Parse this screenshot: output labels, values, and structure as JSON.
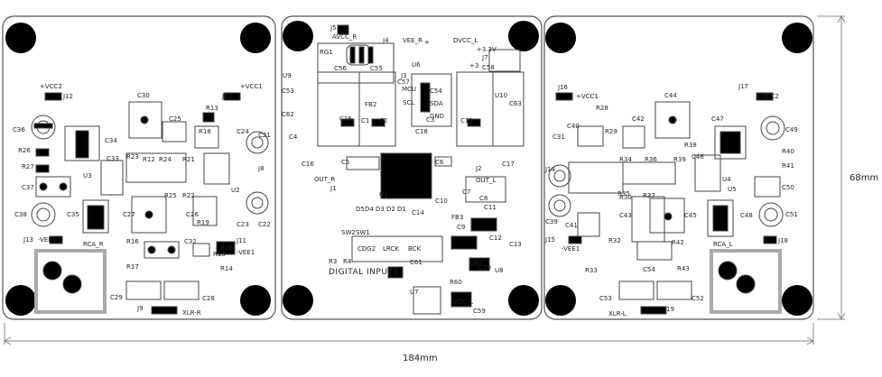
{
  "dimensions": {
    "width_label": "184mm",
    "height_label": "68mm"
  },
  "boards": {
    "left": {
      "labels": [
        "+VCC2",
        "J12",
        "C30",
        "+VCC1",
        "J10",
        "C36",
        "C25",
        "R13",
        "R26",
        "C34",
        "R18",
        "C24",
        "C21",
        "R27",
        "C33",
        "U3",
        "R23",
        "R12",
        "R24",
        "R21",
        "J8",
        "C37",
        "U2",
        "C35",
        "C27",
        "R25",
        "R22",
        "C26",
        "R19",
        "C23",
        "C22",
        "C38",
        "J13",
        "-VEE2",
        "RCA_R",
        "R16",
        "C32",
        "R20",
        "-VEE1",
        "R15",
        "J11",
        "R17",
        "R14",
        "C29",
        "C28",
        "J9",
        "XLR-R"
      ],
      "rca_connector": "RCA_R",
      "xlr_connector": "XLR-R"
    },
    "middle": {
      "labels": [
        "J5",
        "AVCC_R",
        "J4",
        "VEE_R",
        "+",
        "DVCC_L",
        "+3.3V",
        "J7",
        "RG1",
        "C56",
        "C55",
        "U6",
        "+3",
        "C58",
        "C57",
        "U9",
        "MCU",
        "J3",
        "C54",
        "SCL",
        "C53",
        "U10",
        "C3",
        "SDA",
        "C63",
        "C62",
        "GND",
        "C16",
        "C1",
        "C2",
        "C19",
        "FB2",
        "C4",
        "C18",
        "C16",
        "C5",
        "C6",
        "C17",
        "OUT_R",
        "J2",
        "OUT_L",
        "J1",
        "U1",
        "C7",
        "C10",
        "C8",
        "FB3",
        "C11",
        "C9",
        "D5",
        "D4",
        "D3",
        "D2",
        "D1",
        "C12",
        "SW2",
        "SW1",
        "C14",
        "C13",
        "U8",
        "CDG2",
        "LRCK",
        "BCK",
        "C60",
        "C20",
        "C61",
        "R60",
        "-VCC_L",
        "U7",
        "C59",
        "R3",
        "R4",
        "DIGITAL INPUTS"
      ],
      "footer_title": "DIGITAL INPUTS"
    },
    "right": {
      "labels": [
        "J16",
        "+VCC1",
        "C44",
        "J17",
        "+VCC2",
        "R28",
        "C40",
        "C42",
        "C47",
        "C31",
        "R29",
        "R38",
        "C49",
        "C46",
        "R40",
        "R34",
        "R36",
        "R39",
        "J14",
        "R41",
        "U4",
        "R35",
        "R37",
        "U5",
        "C50",
        "C39",
        "R30",
        "C45",
        "C41",
        "C43",
        "C48",
        "C51",
        "J15",
        "-VEE1",
        "R32",
        "R42",
        "J18",
        "RCA_L",
        "R33",
        "C54",
        "R43",
        "C53",
        "C52",
        "XLR-L",
        "J19"
      ],
      "rca_connector": "RCA_L",
      "xlr_connector": "XLR-L"
    }
  }
}
